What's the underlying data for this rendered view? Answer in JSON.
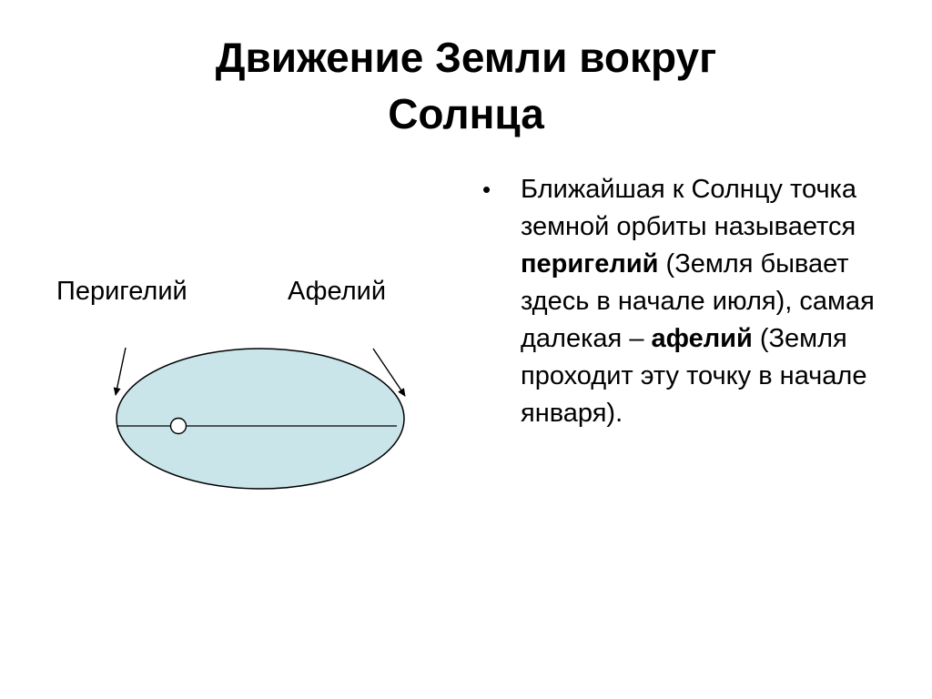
{
  "title": {
    "line1": "Движение Земли вокруг",
    "line2": "Солнца"
  },
  "diagram": {
    "labels": {
      "perihelion": "Перигелий",
      "aphelion": "Афелий"
    },
    "colors": {
      "orbit_fill": "#c9e5ea",
      "stroke": "#000000"
    }
  },
  "bullet": {
    "marker": "•",
    "segments": [
      "Ближайшая к Солнцу точка земной орбиты называется ",
      "перигелий",
      " (Земля бывает здесь в начале июля), самая далекая – ",
      "афелий",
      " (Земля проходит эту точку в начале января)."
    ]
  }
}
